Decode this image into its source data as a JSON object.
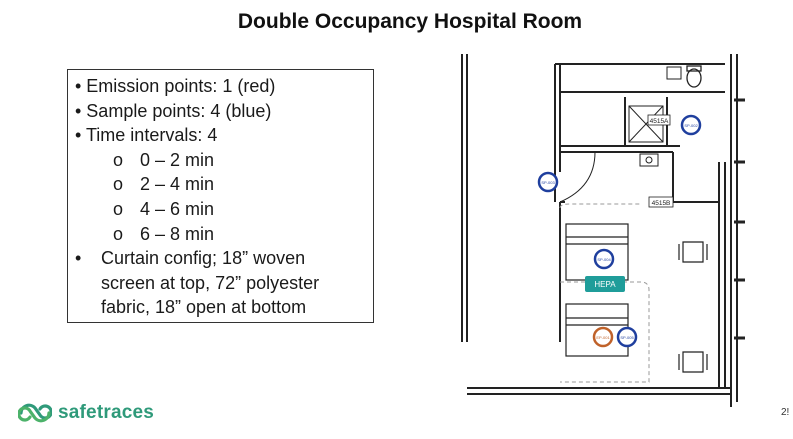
{
  "slide": {
    "title": "Double Occupancy Hospital Room",
    "page_number": "2!"
  },
  "bullets": {
    "emission": "• Emission points: 1 (red)",
    "sample": "• Sample points: 4 (blue)",
    "intervals": "• Time intervals: 4",
    "sub_marker": "o",
    "interval_items": [
      "0 – 2 min",
      "2 – 4 min",
      "4 – 6 min",
      "6 – 8 min"
    ],
    "curtain_marker": "•",
    "curtain": "Curtain config; 18” woven screen at top, 72” polyester fabric, 18” open at bottom"
  },
  "floorplan": {
    "room_label_top": "4515A",
    "room_label_main": "4515B",
    "hepa_label": "HEPA",
    "sample_points": [
      "SP-002",
      "SP-003",
      "SP-004",
      "SP-005"
    ],
    "emission_point": "EP-001",
    "colors": {
      "sample": "#1f3f9e",
      "emission": "#c0622a",
      "hepa": "#1f9d9a",
      "wall": "#222222",
      "dashed": "#999999"
    }
  },
  "logo": {
    "text": "safetraces",
    "color": "#2f9a7a"
  }
}
